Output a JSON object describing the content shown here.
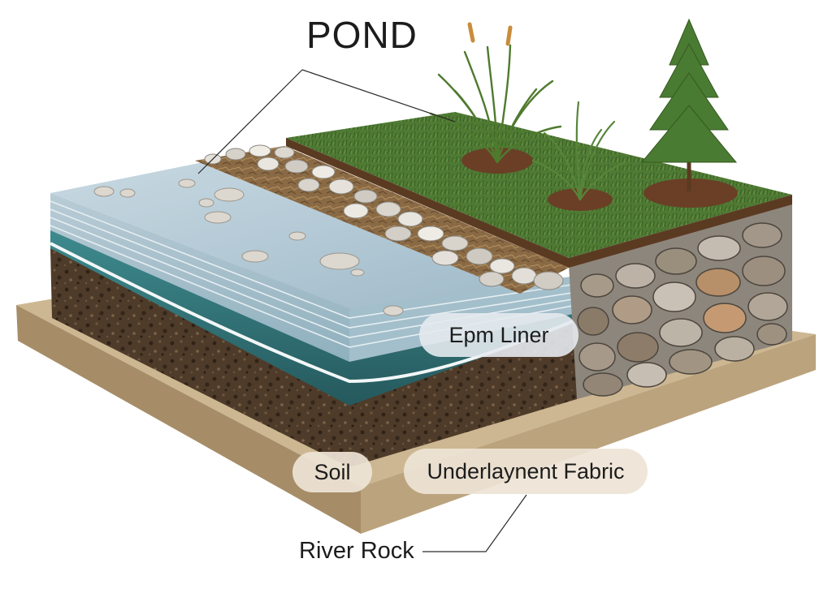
{
  "title": "POND",
  "labels": {
    "epdm_liner": "Epm Liner",
    "soil": "Soil",
    "underlayment_fabric": "Underlaynent Fabric",
    "river_rock": "River Rock"
  },
  "colors": {
    "grass": "#4f7a34",
    "water": "#a9c4d2",
    "soil": "#4e3a28",
    "base_slab": "#cdb792",
    "stone_wall": "#8d867c",
    "label_pill": "#eee4d6",
    "text": "#1c1c1c"
  }
}
